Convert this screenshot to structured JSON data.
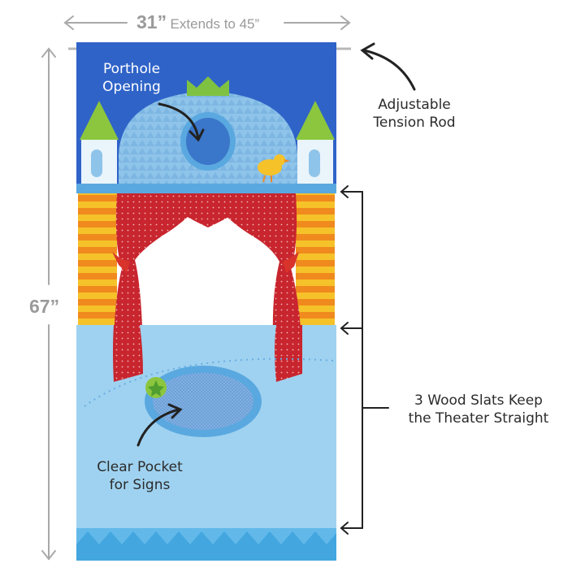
{
  "dimensions": {
    "width_value": "31”",
    "width_extends": "Extends to 45”",
    "height_value": "67”"
  },
  "callouts": {
    "porthole_line1": "Porthole",
    "porthole_line2": "Opening",
    "tension_line1": "Adjustable",
    "tension_line2": "Tension Rod",
    "slats_line1": "3 Wood Slats Keep",
    "slats_line2": "the Theater Straight",
    "pocket_line1": "Clear Pocket",
    "pocket_line2": "for Signs"
  },
  "colors": {
    "sky_blue": "#2f63c8",
    "castle_light": "#8fc4ea",
    "curtain_red": "#c8252e",
    "stripe_orange": "#f08a1e",
    "stripe_yellow": "#f6c22a",
    "panel_blue": "#9fd2f0",
    "zigzag_blue": "#43a6df",
    "tower_green": "#8cc63e",
    "crown_green": "#7fc241",
    "dimension_grey": "#9a9a9a"
  },
  "icons": [
    "star-icon",
    "bird-icon",
    "crown-icon"
  ]
}
